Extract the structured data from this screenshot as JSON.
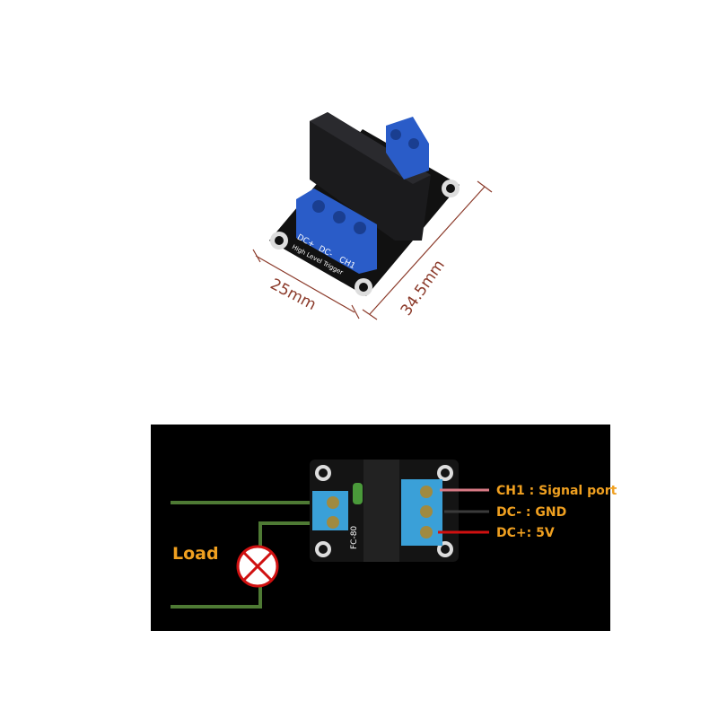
{
  "product_photo": {
    "width_label": "25mm",
    "length_label": "34.5mm",
    "silkscreen": {
      "pins": [
        "DC+",
        "DC-",
        "CH1"
      ],
      "trigger": "High Level Trigger"
    }
  },
  "wiring_diagram": {
    "load_label": "Load",
    "board_marking": "FC-80",
    "pins": [
      {
        "label": "CH1 : Signal port",
        "wire_color": "#d87a85"
      },
      {
        "label": "DC- : GND",
        "wire_color": "#3a3a3a"
      },
      {
        "label": "DC+: 5V",
        "wire_color": "#d01010"
      }
    ],
    "load_wire_color": "#4e7a34",
    "label_color": "#f0a020"
  }
}
